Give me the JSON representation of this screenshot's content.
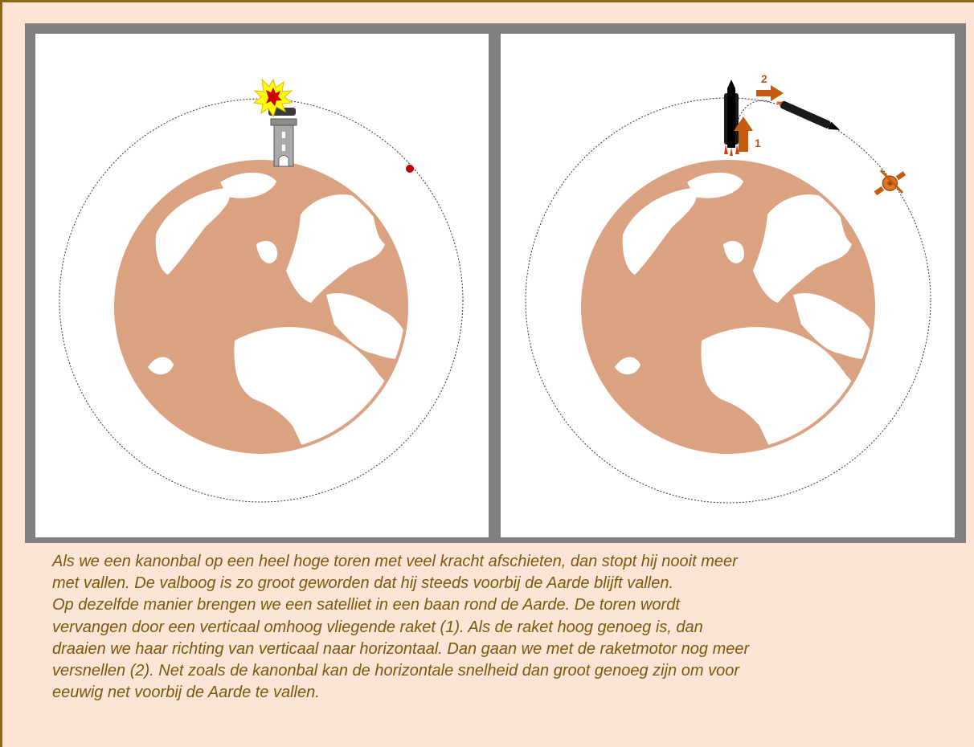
{
  "colors": {
    "background": "#fce4d6",
    "border": "#8a6a1a",
    "panel_frame": "#808080",
    "earth": "#dba282",
    "arrow": "#c55a11",
    "cannonball": "#c00000",
    "caption_text": "#7a5a0a"
  },
  "panels": {
    "left": {
      "icons": [
        "cannon-tower-icon",
        "explosion-icon",
        "cannonball-icon",
        "earth-globe-icon",
        "orbit-path-icon"
      ]
    },
    "right": {
      "icons": [
        "rocket-icon",
        "rocket-horizontal-icon",
        "satellite-icon",
        "earth-globe-icon",
        "orbit-path-icon"
      ],
      "arrow_vertical_label": "1",
      "arrow_horizontal_label": "2"
    }
  },
  "caption": {
    "lines": [
      "Als we een kanonbal op een heel hoge toren met veel kracht afschieten, dan stopt hij nooit meer",
      "met vallen. De valboog is zo groot geworden dat hij steeds voorbij de Aarde blijft vallen.",
      "Op dezelfde manier brengen we een satelliet in een baan rond de Aarde. De toren wordt",
      "vervangen door een verticaal omhoog vliegende raket (1). Als de raket hoog genoeg is, dan",
      "draaien we haar richting van verticaal naar horizontaal. Dan gaan we met de raketmotor nog meer",
      "versnellen (2). Net zoals de kanonbal kan de horizontale snelheid dan groot genoeg zijn om voor",
      "eeuwig net voorbij de Aarde te vallen."
    ]
  }
}
